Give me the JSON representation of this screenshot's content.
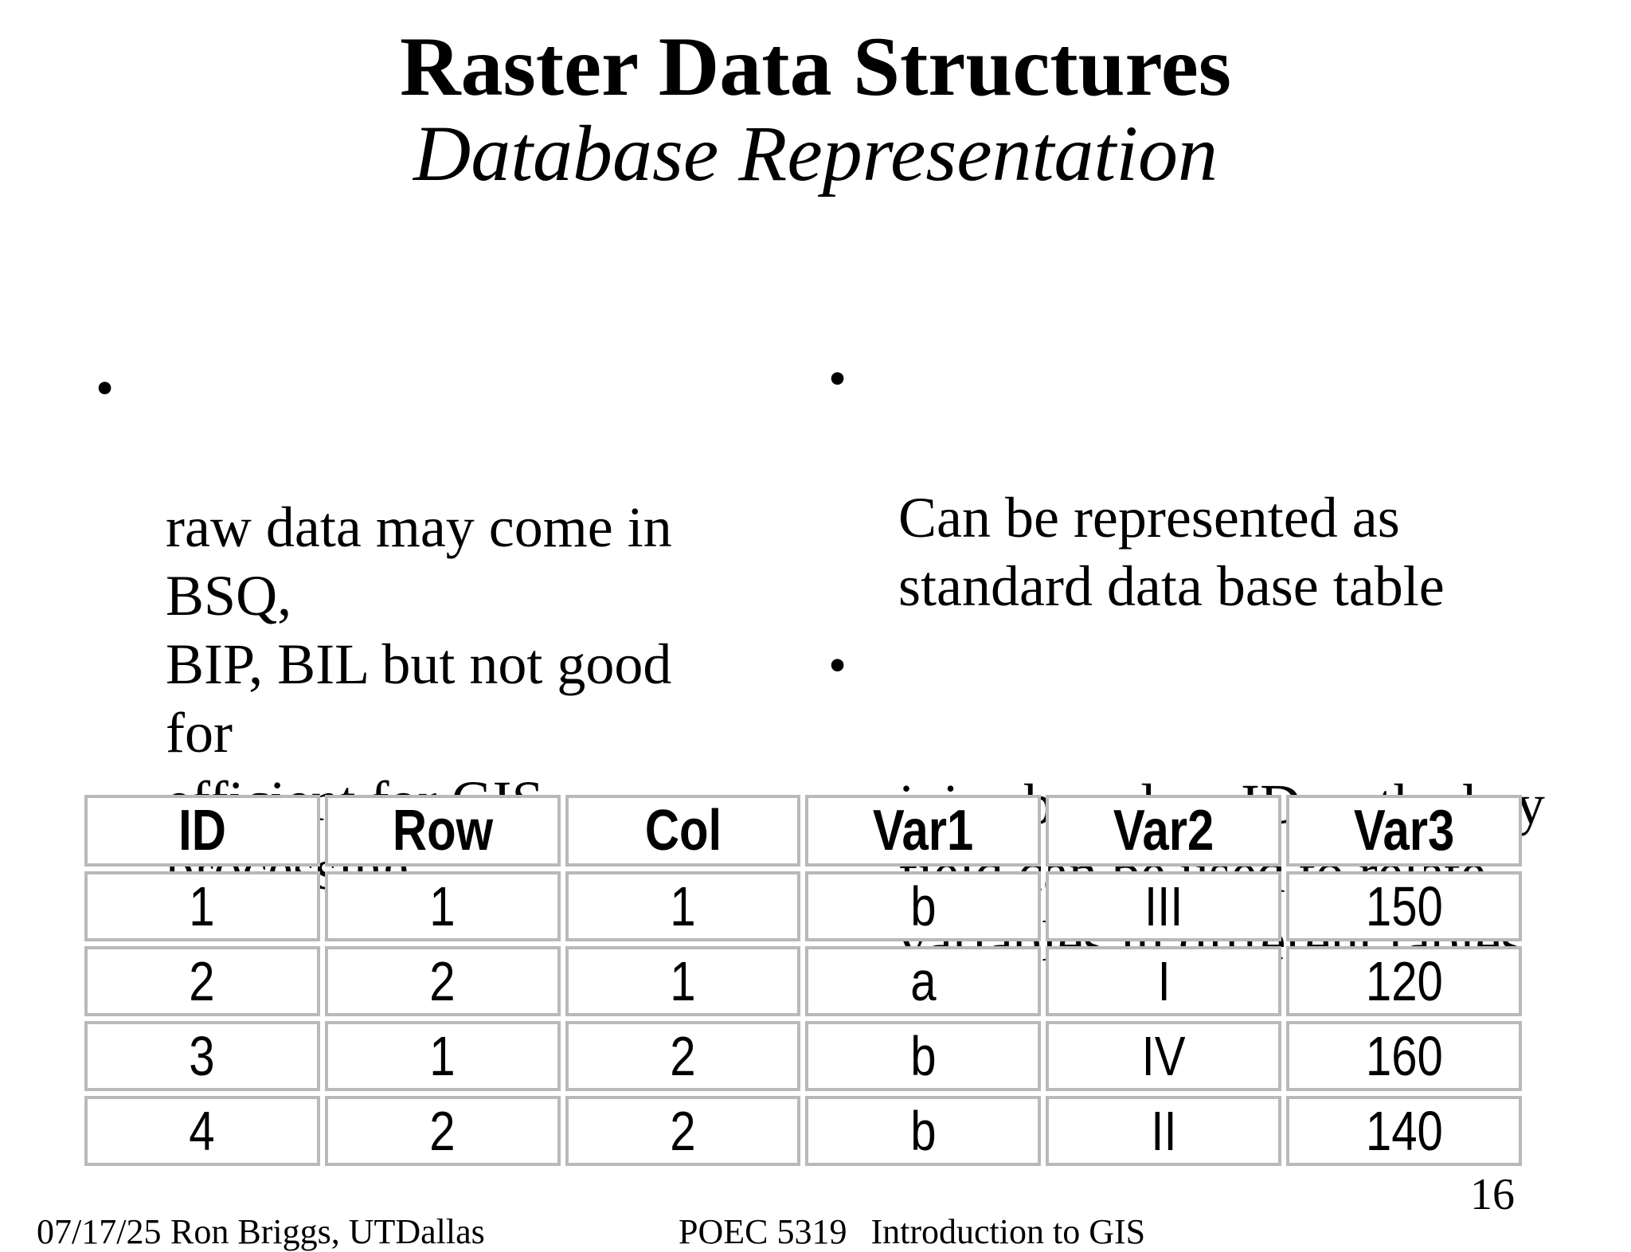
{
  "slide": {
    "title": "Raster Data Structures",
    "subtitle": "Database Representation",
    "bullet_glyph": "•",
    "left_bullets": [
      {
        "text": "raw data may come in BSQ,\nBIP, BIL but not good for\nefficient for GIS processing"
      }
    ],
    "right_bullets": [
      {
        "text": "Can be represented as\nstandard data base table"
      },
      {
        "text": "joins based on ID as the key\nfield can be used to relate\nvariables in different tables"
      }
    ]
  },
  "table": {
    "headers": [
      "ID",
      "Row",
      "Col",
      "Var1",
      "Var2",
      "Var3"
    ],
    "rows": [
      [
        "1",
        "1",
        "1",
        "b",
        "III",
        "150"
      ],
      [
        "2",
        "2",
        "1",
        "a",
        "I",
        "120"
      ],
      [
        "3",
        "1",
        "2",
        "b",
        "IV",
        "160"
      ],
      [
        "4",
        "2",
        "2",
        "b",
        "II",
        "140"
      ]
    ],
    "border_color": "#b9b9b9"
  },
  "footer": {
    "date": "07/17/25",
    "author": "Ron Briggs, UTDallas",
    "course_code": "POEC 5319",
    "course_name": "Introduction to GIS",
    "page_number": "16"
  },
  "colors": {
    "background": "#ffffff",
    "text": "#000000",
    "table_border": "#b9b9b9"
  }
}
